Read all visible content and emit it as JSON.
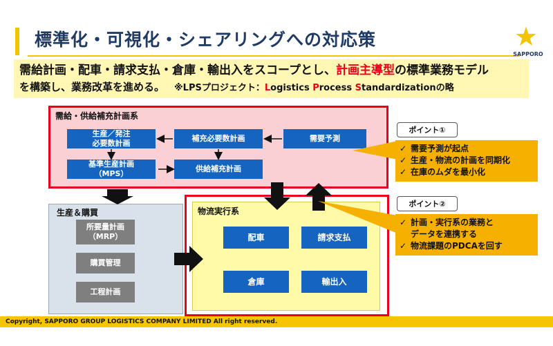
{
  "title": "標準化・可視化・シェアリングへの対応策",
  "logo": {
    "text": "SAPPORO",
    "icon": "star-icon"
  },
  "banner": {
    "line1_pre": "需給計画・配車・請求支払・倉庫・輸出入をスコープとし、",
    "line1_highlight": "計画主導型",
    "line1_post": "の標準業務モデル",
    "line2_main": "を構築し、業務改革を進める。",
    "line2_note_prefix": "※LPSプロジェクト：",
    "line2_L": "L",
    "line2_L_rest": "ogistics ",
    "line2_P": "P",
    "line2_P_rest": "rocess ",
    "line2_S": "S",
    "line2_S_rest": "tandardizationの略"
  },
  "supply_planning": {
    "label": "需給・供給補充計画系",
    "boxes": {
      "production_order": [
        "生産／発注",
        "必要数計画"
      ],
      "replenish_need": "補充必要数計画",
      "demand_forecast": "需要予測",
      "mps": [
        "基準生産計画",
        "（MPS）"
      ],
      "supply_replenish": "供給補充計画"
    }
  },
  "production_purchasing": {
    "label": "生産＆購買",
    "boxes": {
      "mrp": [
        "所要量計画",
        "（MRP）"
      ],
      "purchasing": "購買管理",
      "process_plan": "工程計画"
    }
  },
  "logistics": {
    "label": "物流実行系",
    "boxes": {
      "dispatch": "配車",
      "billing": "請求支払",
      "warehouse": "倉庫",
      "import_export": "輸出入"
    }
  },
  "points": [
    {
      "tag": "ポイント①",
      "items": [
        "需要予測が起点",
        "生産・物流の計画を同期化",
        "在庫のムダを最小化"
      ]
    },
    {
      "tag": "ポイント②",
      "items": [
        "計画・実行系の業務と",
        "データを連携する",
        "物流課題のPDCAを回す"
      ]
    }
  ],
  "check_mark": "✓",
  "footer": "Copyright, SAPPORO GROUP LOGISTICS COMPANY LIMITED All right reserved.",
  "colors": {
    "accent_red": "#e8001d",
    "blue": "#1565c0",
    "yellow": "#f6c400",
    "orange": "#f6b000"
  }
}
